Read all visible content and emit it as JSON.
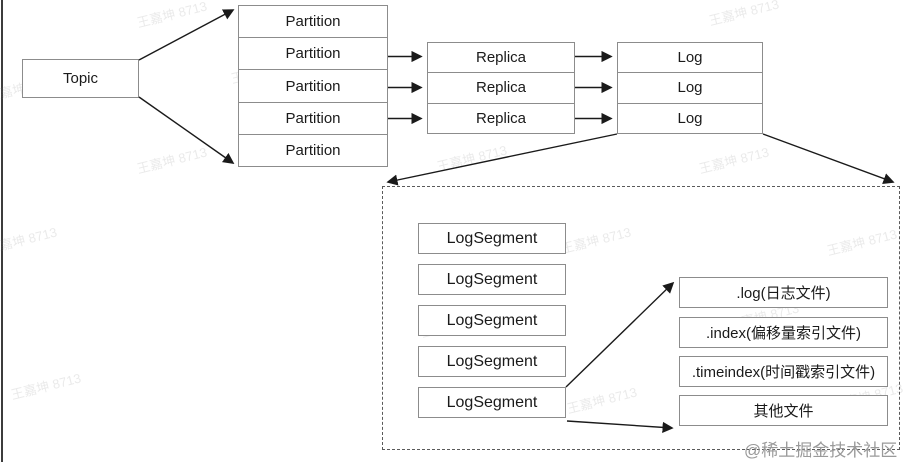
{
  "diagram": {
    "topic": "Topic",
    "partitions": [
      "Partition",
      "Partition",
      "Partition",
      "Partition",
      "Partition"
    ],
    "replicas": [
      "Replica",
      "Replica",
      "Replica"
    ],
    "logs": [
      "Log",
      "Log",
      "Log"
    ],
    "log_segments": [
      "LogSegment",
      "LogSegment",
      "LogSegment",
      "LogSegment",
      "LogSegment"
    ],
    "files": [
      ".log(日志文件)",
      ".index(偏移量索引文件)",
      ".timeindex(时间戳索引文件)",
      "其他文件"
    ]
  },
  "watermarks": {
    "user": "王嘉坤 8713",
    "credit": "@稀土掘金技术社区"
  },
  "colors": {
    "background": "#ffffff",
    "box_border": "#8c8c8c",
    "dashed_border": "#5a5a5a",
    "arrow": "#1a1a1a",
    "text": "#1a1a1a",
    "faint_watermark": "#e9e9e9",
    "credit_gray": "#9a9a9a"
  }
}
